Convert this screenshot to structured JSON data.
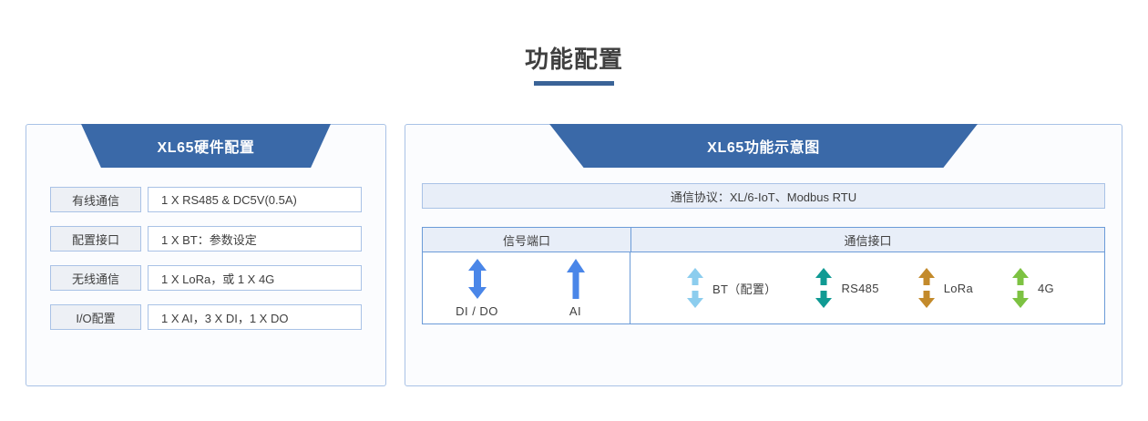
{
  "page": {
    "title": "功能配置",
    "accent_color": "#3a6397",
    "banner_color": "#3a69a8",
    "border_color": "#a9c2e6"
  },
  "left_panel": {
    "banner_title": "XL65硬件配置",
    "rows": [
      {
        "label": "有线通信",
        "value": "1 X RS485 & DC5V(0.5A)"
      },
      {
        "label": "配置接口",
        "value": "1 X BT：参数设定"
      },
      {
        "label": "无线通信",
        "value": "1 X LoRa，或 1 X 4G"
      },
      {
        "label": "I/O配置",
        "value": "1 X AI，3 X DI，1 X DO"
      }
    ]
  },
  "right_panel": {
    "banner_title": "XL65功能示意图",
    "protocol_bar": "通信协议：XL/6-IoT、Modbus RTU",
    "table": {
      "headers": [
        "信号端口",
        "通信接口"
      ],
      "signal_ports": [
        {
          "label": "DI / DO",
          "icon": "double-headed-arrow-icon",
          "arrow": "双向",
          "color": "#4a86e8"
        },
        {
          "label": "AI",
          "icon": "up-arrow-icon",
          "arrow": "单向上",
          "color": "#4a86e8"
        }
      ],
      "comm_ports": [
        {
          "label": "BT（配置）",
          "icon": "split-bidirectional-arrow-icon",
          "color": "#8ccdee"
        },
        {
          "label": "RS485",
          "icon": "split-bidirectional-arrow-icon",
          "color": "#0f9a93"
        },
        {
          "label": "LoRa",
          "icon": "split-bidirectional-arrow-icon",
          "color": "#c38a2b"
        },
        {
          "label": "4G",
          "icon": "split-bidirectional-arrow-icon",
          "color": "#7dc242"
        }
      ]
    }
  }
}
